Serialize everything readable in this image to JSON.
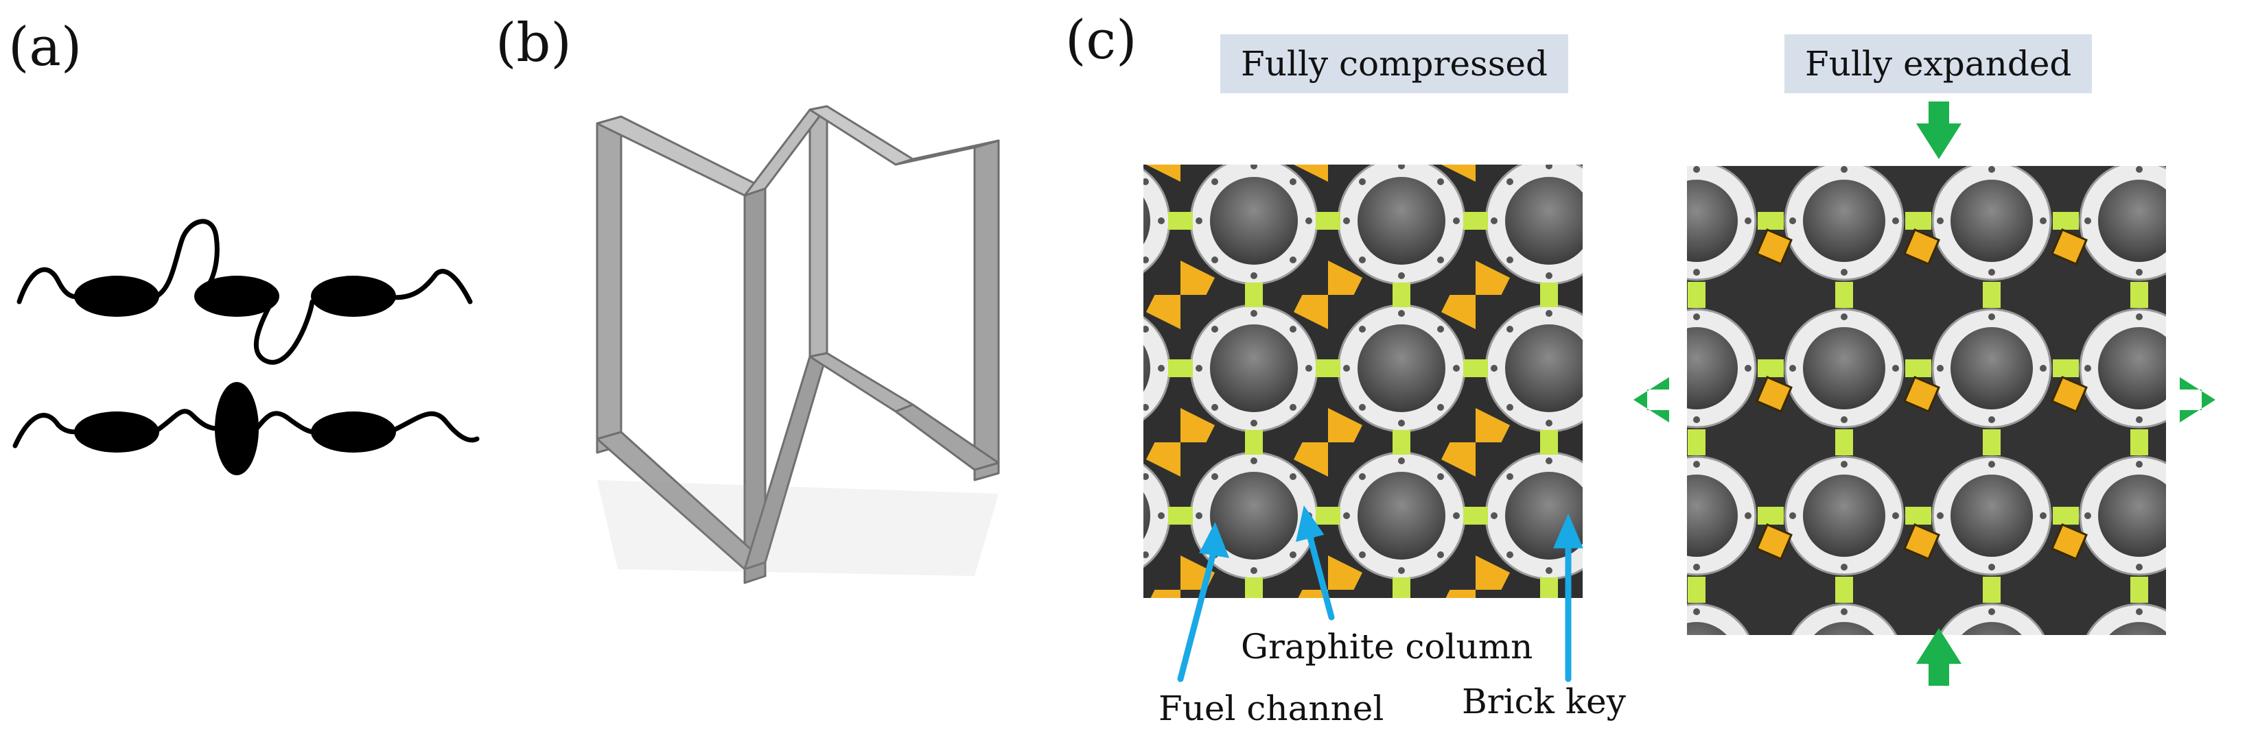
{
  "panels": {
    "a": "(a)",
    "b": "(b)",
    "c": "(c)"
  },
  "states": {
    "compressed": "Fully compressed",
    "expanded": "Fully expanded"
  },
  "callouts": {
    "graphite_column": "Graphite column",
    "fuel_channel": "Fuel channel",
    "brick_key": "Brick key"
  },
  "colors": {
    "arrow_green": "#1bb14c",
    "pointer_blue": "#19a9e6",
    "fuel_yellow": "#f2b01e",
    "key_green": "#c6e84a",
    "tag_bg": "#d7e0ea"
  }
}
